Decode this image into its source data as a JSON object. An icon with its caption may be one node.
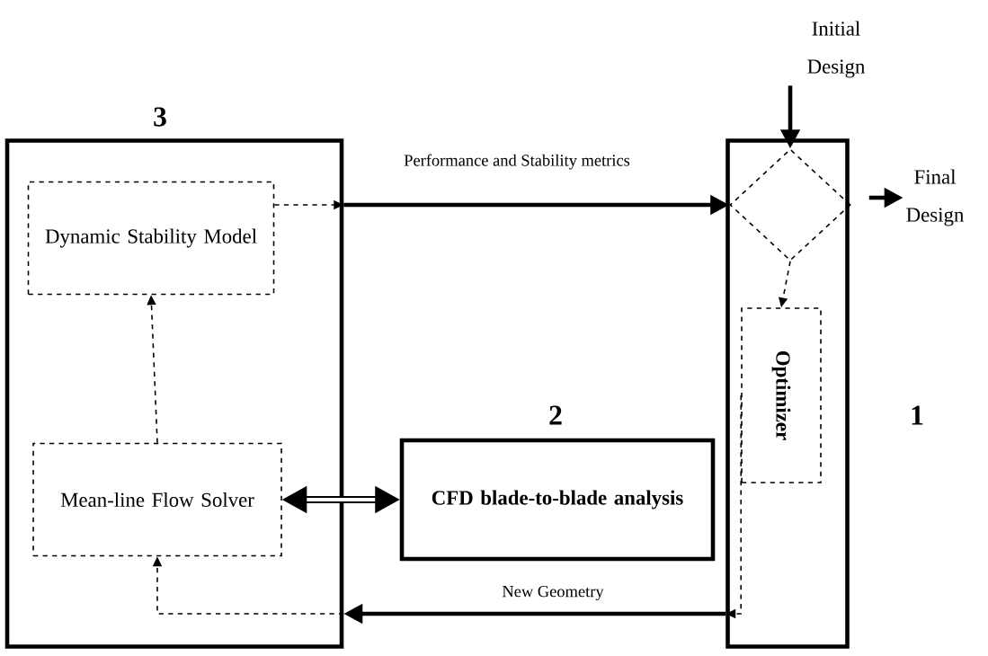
{
  "diagram": {
    "nodes": [
      {
        "text": [
          "3"
        ]
      },
      {
        "text": [
          "Dynamic Stability Model"
        ],
        "in": 0
      },
      {
        "text": [
          "Mean-line Flow Solver"
        ],
        "in": 0
      },
      {
        "text": [
          "2",
          "CFD blade-to-blade analysis"
        ]
      },
      {
        "text": [],
        "shape": "box",
        "beside": [
          "1"
        ]
      },
      {
        "text": [],
        "shape": "diamond",
        "in": 4
      },
      {
        "text": [
          "Optimizer"
        ],
        "in": 4
      },
      {
        "text": [
          "Initial Design"
        ]
      },
      {
        "text": [
          "Final Design"
        ]
      }
    ],
    "edges": [
      {
        "from": 7,
        "to": 5,
        "arrow": "to",
        "style": "thick"
      },
      {
        "from": 1,
        "to": 0,
        "arrow": "to",
        "style": "dashed"
      },
      {
        "from": 0,
        "to": 5,
        "arrow": "to",
        "style": "thick",
        "label": "Performance and Stability metrics"
      },
      {
        "from": 2,
        "to": 1,
        "arrow": "to",
        "style": "dashed"
      },
      {
        "from": 2,
        "to": 3,
        "arrow": "both",
        "style": "thick"
      },
      {
        "from": 5,
        "to": 6,
        "arrow": "to",
        "style": "dashed"
      },
      {
        "from": 6,
        "to": 4,
        "arrow": "to",
        "style": "dashed"
      },
      {
        "from": 4,
        "to": 0,
        "arrow": "to",
        "style": "thick",
        "label": "New Geometry"
      },
      {
        "from": 0,
        "to": 2,
        "arrow": "to",
        "style": "dashed"
      },
      {
        "from": 4,
        "to": 8,
        "arrow": "to",
        "style": "thick"
      }
    ]
  }
}
